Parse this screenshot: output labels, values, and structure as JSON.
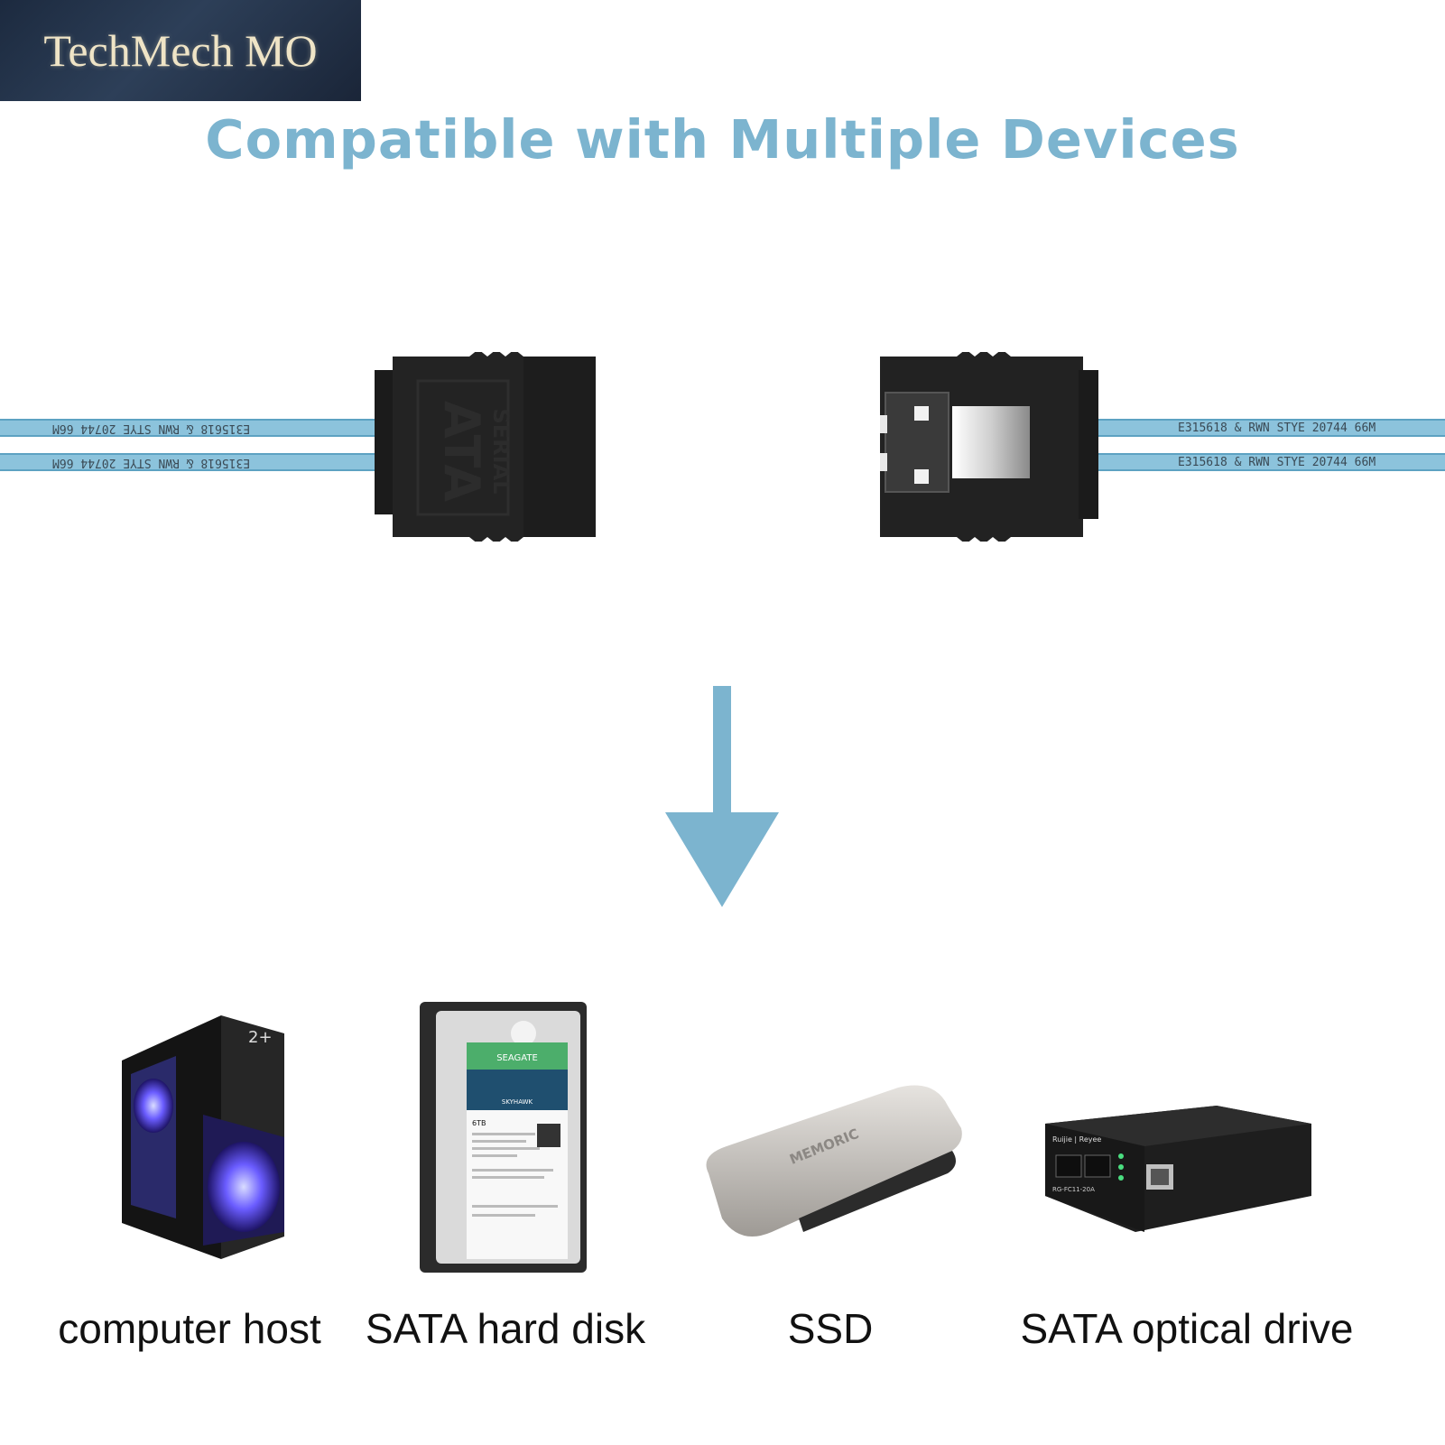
{
  "brand": {
    "name": "TechMech MO"
  },
  "header": {
    "title": "Compatible with Multiple Devices"
  },
  "cable": {
    "print_text": "E315618 & RWN STYE 20744 66M",
    "connector_marking_top": "SERIAL",
    "connector_marking_bottom": "ATA",
    "color": "#8cc3dc"
  },
  "arrow": {
    "color": "#7cb4cf",
    "icon": "arrow-down-icon"
  },
  "devices": [
    {
      "label": "computer host",
      "icon": "computer-tower-icon"
    },
    {
      "label": "SATA hard disk",
      "icon": "hard-disk-icon",
      "brand": "SEAGATE",
      "model": "SKYHAWK",
      "capacity": "6TB"
    },
    {
      "label": "SSD",
      "icon": "ssd-enclosure-icon",
      "brand": "MEMORIC"
    },
    {
      "label": "SATA optical drive",
      "icon": "media-converter-icon",
      "brand": "Ruijie | Reyee",
      "model": "RG-FC11-20A"
    }
  ]
}
